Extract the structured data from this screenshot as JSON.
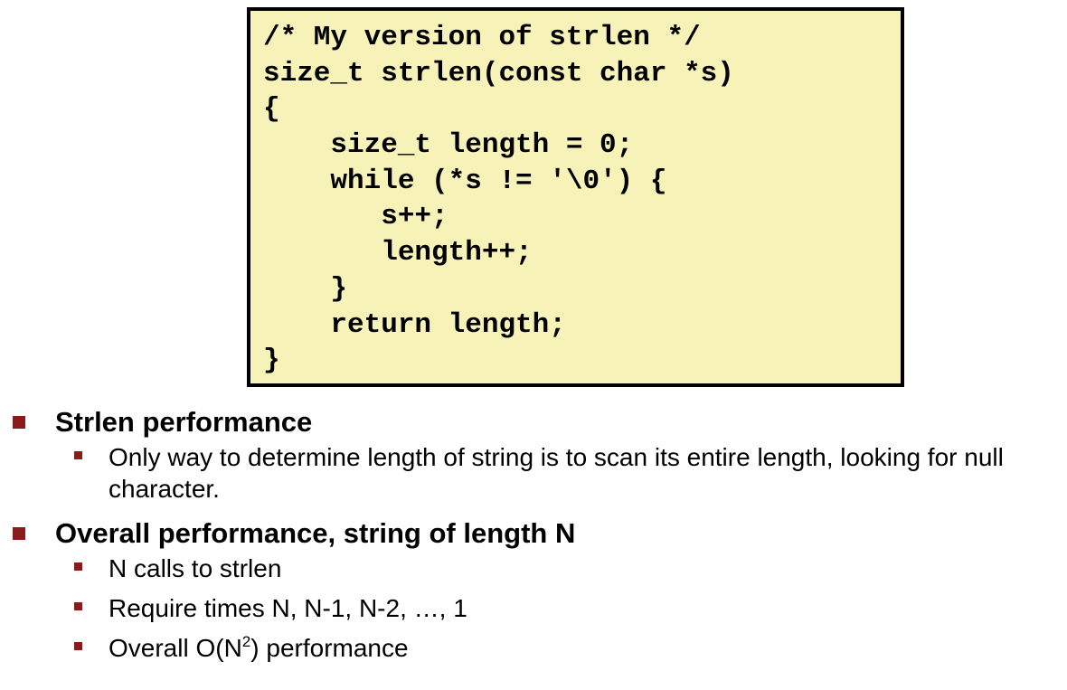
{
  "code": {
    "lines": [
      "/* My version of strlen */",
      "size_t strlen(const char *s)",
      "{",
      "    size_t length = 0;",
      "    while (*s != '\\0') {",
      "       s++;",
      "       length++;",
      "    }",
      "    return length;",
      "}"
    ]
  },
  "bullets": [
    {
      "heading": "Strlen performance",
      "items": [
        "Only way to determine length of string is to scan its entire length, looking for null character."
      ]
    },
    {
      "heading": "Overall performance, string of length N",
      "items": [
        "N calls to strlen",
        "Require times N, N-1, N-2, …, 1"
      ],
      "last_item": {
        "prefix": "Overall O(N",
        "superscript": "2",
        "suffix": ") performance"
      }
    }
  ],
  "colors": {
    "code_background": "#f7f3b8",
    "bullet_marker": "#8b1a1a"
  }
}
